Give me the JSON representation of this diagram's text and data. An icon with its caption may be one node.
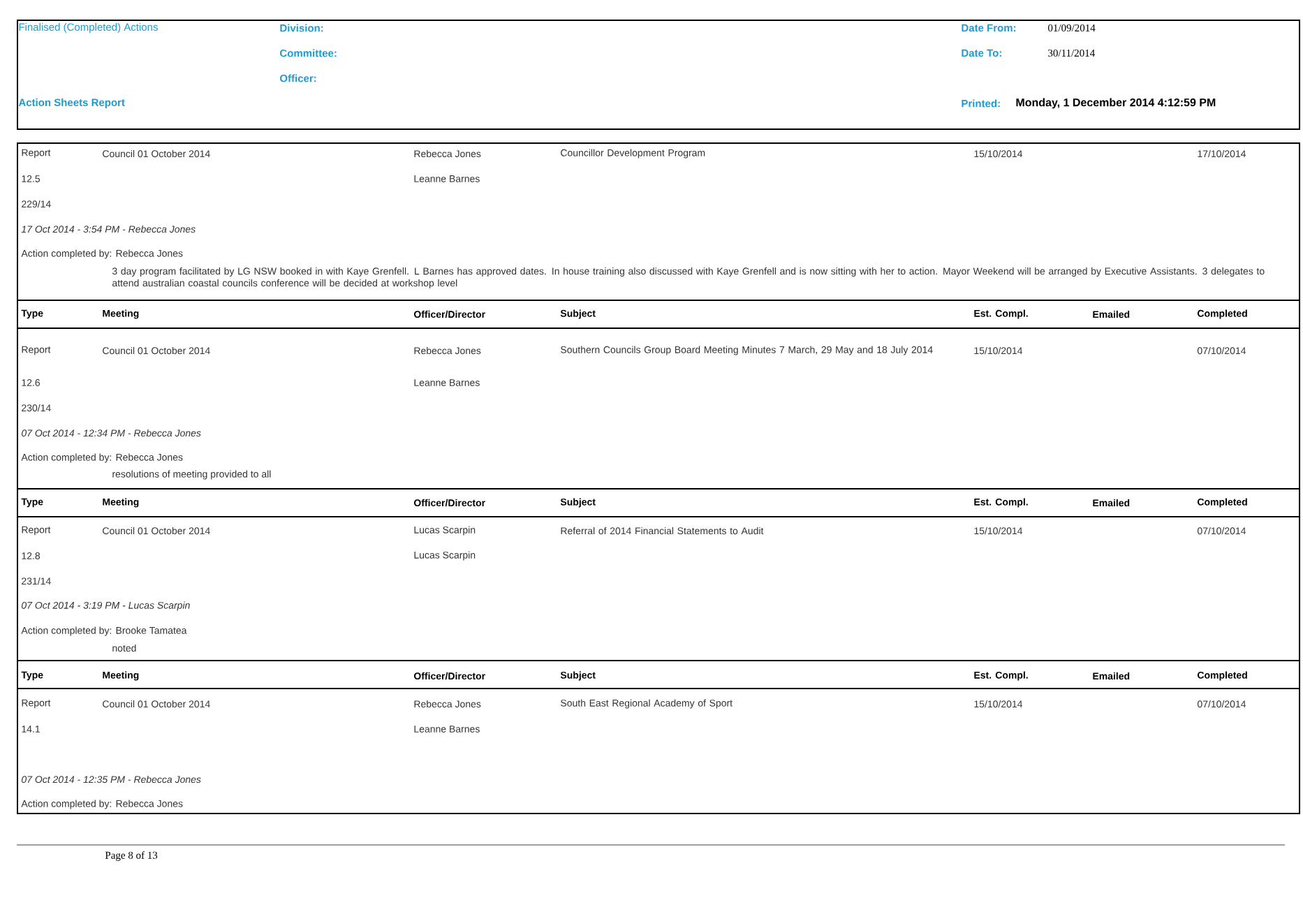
{
  "diagram": {
    "nodes": [
      {
        "text": [
          "Finalised (Completed) Actions",
          "Division:",
          "Committee:",
          "Officer:",
          "Action Sheets Report",
          "Date From:",
          "01/09/2014",
          "Date To:",
          "30/11/2014",
          "Printed:",
          "Monday, 1 December 2014 4:12:59 PM"
        ]
      },
      {
        "text": [
          "Report",
          "Council 01 October 2014",
          "Rebecca Jones",
          "Councillor Development Program",
          "15/10/2014",
          "17/10/2014",
          "12.5",
          "Leanne Barnes",
          "229/14",
          "17 Oct 2014 - 3:54 PM - Rebecca Jones",
          "Action completed by: Rebecca Jones",
          "3 day program facilitated by LG NSW booked in with Kaye Grenfell. L Barnes has approved dates. In house training also discussed with Kaye Grenfell and is now sitting with her to action. Mayor Weekend will be arranged by Executive Assistants. 3 delegates to attend australian coastal councils conference will be decided at workshop level",
          "Type",
          "Meeting",
          "Officer/Director",
          "Subject",
          "Est. Compl.",
          "Emailed",
          "Completed",
          "Report",
          "Council 01 October 2014",
          "Rebecca Jones",
          "Southern Councils Group Board Meeting Minutes 7 March, 29 May and 18 July 2014",
          "15/10/2014",
          "07/10/2014",
          "12.6",
          "Leanne Barnes",
          "230/14",
          "07 Oct 2014 - 12:34 PM - Rebecca Jones",
          "Action completed by: Rebecca Jones",
          "resolutions of meeting provided to all",
          "Type",
          "Meeting",
          "Officer/Director",
          "Subject",
          "Est. Compl.",
          "Emailed",
          "Completed",
          "Report",
          "Council 01 October 2014",
          "Lucas Scarpin",
          "Referral of 2014 Financial Statements to Audit",
          "15/10/2014",
          "07/10/2014",
          "12.8",
          "Lucas Scarpin",
          "231/14",
          "07 Oct 2014 - 3:19 PM - Lucas Scarpin",
          "Action completed by: Brooke Tamatea",
          "noted",
          "Type",
          "Meeting",
          "Officer/Director",
          "Subject",
          "Est. Compl.",
          "Emailed",
          "Completed",
          "Report",
          "Council 01 October 2014",
          "Rebecca Jones",
          "South East Regional Academy of Sport",
          "15/10/2014",
          "07/10/2014",
          "14.1",
          "Leanne Barnes",
          "07 Oct 2014 - 12:35 PM - Rebecca Jones",
          "Action completed by: Rebecca Jones"
        ]
      }
    ],
    "labels": [
      "Page 8 of 13"
    ]
  }
}
